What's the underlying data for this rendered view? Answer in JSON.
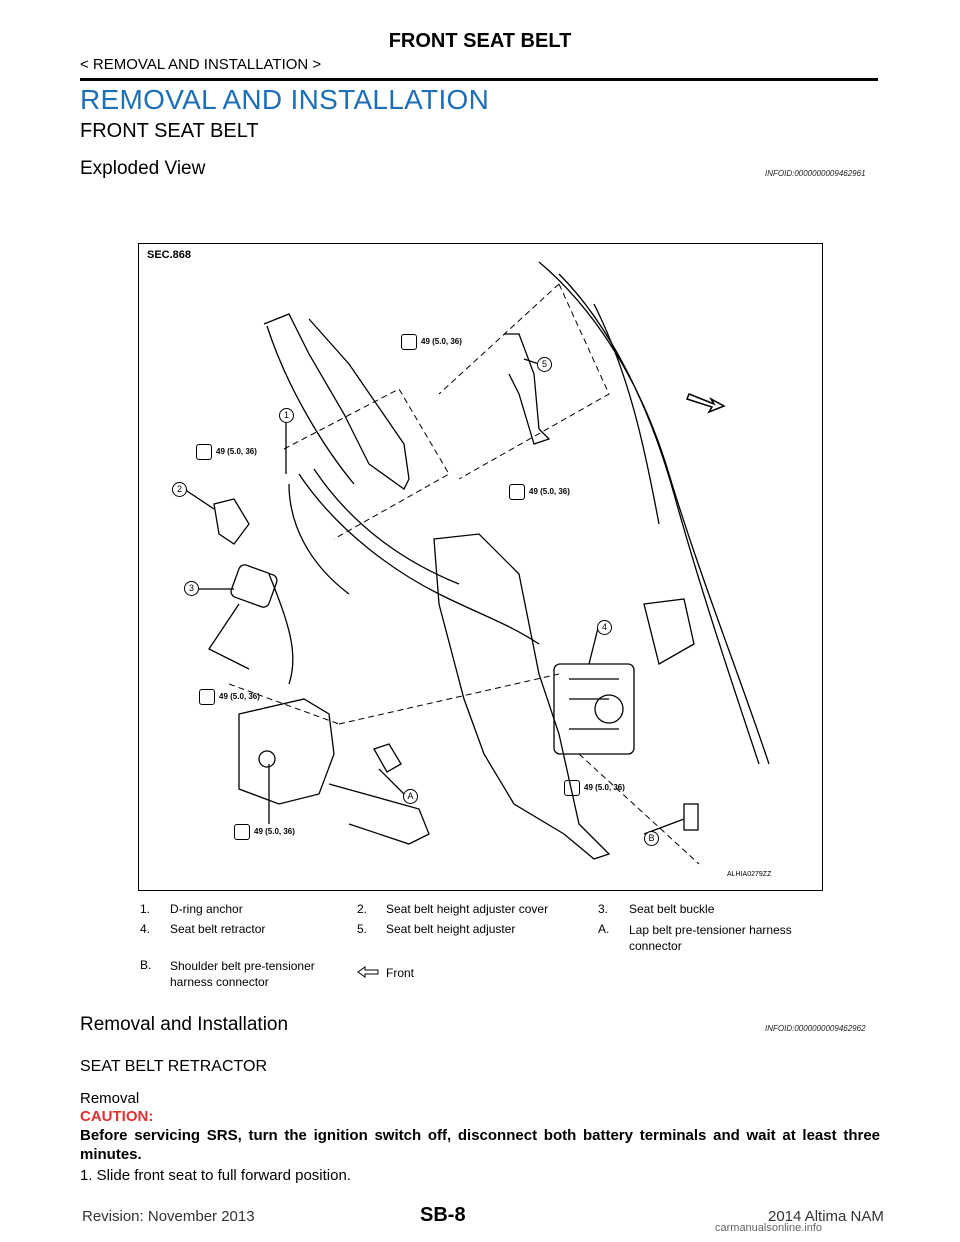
{
  "header": {
    "title": "FRONT SEAT BELT",
    "breadcrumb": "< REMOVAL AND INSTALLATION >"
  },
  "section": {
    "title": "REMOVAL AND INSTALLATION",
    "subtitle": "FRONT SEAT BELT"
  },
  "exploded": {
    "heading": "Exploded View",
    "infoid": "INFOID:0000000009462961"
  },
  "figure": {
    "sec": "SEC.868",
    "code": "ALHIA0279ZZ",
    "torque": "49 (5.0, 36)",
    "callouts": [
      "1",
      "2",
      "3",
      "4",
      "5",
      "A",
      "B"
    ]
  },
  "legend": [
    [
      "1.",
      "D-ring anchor",
      "2.",
      "Seat belt height adjuster cover",
      "3.",
      "Seat belt buckle"
    ],
    [
      "4.",
      "Seat belt retractor",
      "5.",
      "Seat belt height adjuster",
      "A.",
      "Lap belt pre-tensioner harness connector"
    ],
    [
      "B.",
      "Shoulder belt pre-tensioner harness connector",
      "",
      "Front",
      "",
      ""
    ]
  ],
  "removal": {
    "heading": "Removal and Installation",
    "infoid": "INFOID:0000000009462962",
    "sub": "SEAT BELT RETRACTOR",
    "label": "Removal",
    "caution_label": "CAUTION:",
    "caution_text": "Before servicing SRS, turn the ignition switch off, disconnect both battery terminals and wait at least three minutes.",
    "step1": "1.   Slide front seat to full forward position."
  },
  "footer": {
    "revision": "Revision: November 2013",
    "page": "SB-8",
    "model": "2014 Altima NAM",
    "url": "carmanualsonline.info"
  }
}
